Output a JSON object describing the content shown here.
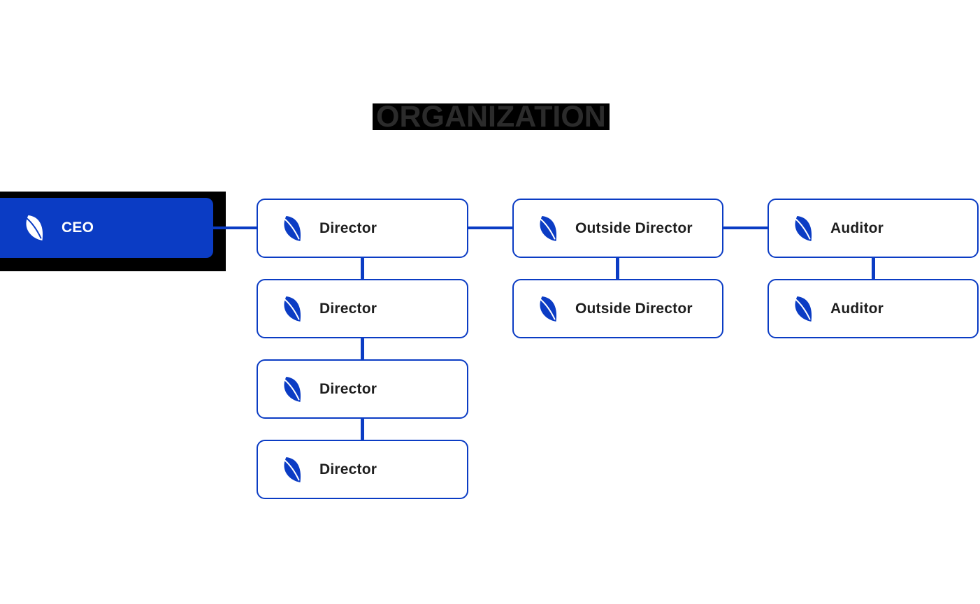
{
  "title": {
    "text": "ORGANIZATION"
  },
  "colors": {
    "accent_blue": "#0b3cc4",
    "title_highlight": "#000000",
    "title_text": "#2b2b2b",
    "label_text": "#1e1e1e",
    "node_background": "#ffffff",
    "ceo_shadow": "#000000"
  },
  "org_chart": {
    "icon": "leaf-icon",
    "root": "CEO",
    "columns": [
      {
        "head": "Director",
        "children": [
          "Director",
          "Director",
          "Director"
        ]
      },
      {
        "head": "Outside Director",
        "children": [
          "Outside Director"
        ]
      },
      {
        "head": "Auditor",
        "children": [
          "Auditor"
        ]
      }
    ],
    "nodes": [
      {
        "label": "CEO",
        "style": "filled"
      },
      {
        "label": "Director",
        "style": "outline"
      },
      {
        "label": "Outside Director",
        "style": "outline"
      },
      {
        "label": "Auditor",
        "style": "outline"
      },
      {
        "label": "Director",
        "style": "outline"
      },
      {
        "label": "Outside Director",
        "style": "outline"
      },
      {
        "label": "Auditor",
        "style": "outline"
      },
      {
        "label": "Director",
        "style": "outline"
      },
      {
        "label": "Director",
        "style": "outline"
      }
    ]
  }
}
